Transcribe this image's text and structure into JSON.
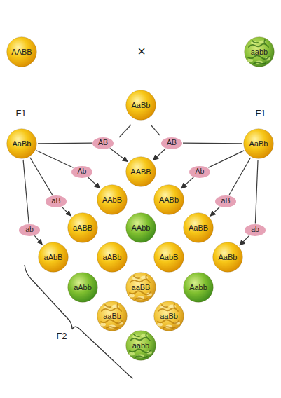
{
  "diagram": {
    "nodes": [
      {
        "text": [
          "AABB"
        ]
      },
      {
        "text": [
          "aabb"
        ]
      },
      {
        "text": [
          "AaBb"
        ]
      },
      {
        "text": [
          "AaBb"
        ]
      },
      {
        "text": [
          "AB"
        ]
      },
      {
        "text": [
          "AB"
        ]
      },
      {
        "text": [
          "AaBb"
        ]
      },
      {
        "text": [
          "Ab"
        ]
      },
      {
        "text": [
          "AABB"
        ]
      },
      {
        "text": [
          "Ab"
        ]
      },
      {
        "text": [
          "aB"
        ]
      },
      {
        "text": [
          "AAbB"
        ]
      },
      {
        "text": [
          "AABb"
        ]
      },
      {
        "text": [
          "aB"
        ]
      },
      {
        "text": [
          "ab"
        ]
      },
      {
        "text": [
          "aABB"
        ]
      },
      {
        "text": [
          "AAbb"
        ]
      },
      {
        "text": [
          "AaBB"
        ]
      },
      {
        "text": [
          "ab"
        ]
      },
      {
        "text": [
          "aAbB"
        ]
      },
      {
        "text": [
          "aABb"
        ]
      },
      {
        "text": [
          "AabB"
        ]
      },
      {
        "text": [
          "AaBb"
        ]
      },
      {
        "text": [
          "aAbb"
        ]
      },
      {
        "text": [
          "aaBB"
        ]
      },
      {
        "text": [
          "Aabb"
        ]
      },
      {
        "text": [
          "aaBb"
        ]
      },
      {
        "text": [
          "aaBb"
        ]
      },
      {
        "text": [
          "aabb"
        ]
      }
    ],
    "edges": [
      {
        "from": 3,
        "to": 4,
        "arrow": "none"
      },
      {
        "from": 3,
        "to": 7,
        "arrow": "none"
      },
      {
        "from": 3,
        "to": 10,
        "arrow": "none"
      },
      {
        "from": 3,
        "to": 14,
        "arrow": "none"
      },
      {
        "from": 6,
        "to": 5,
        "arrow": "none"
      },
      {
        "from": 6,
        "to": 9,
        "arrow": "none"
      },
      {
        "from": 6,
        "to": 13,
        "arrow": "none"
      },
      {
        "from": 6,
        "to": 18,
        "arrow": "none"
      },
      {
        "from": 4,
        "to": 8,
        "arrow": "to"
      },
      {
        "from": 5,
        "to": 8,
        "arrow": "to"
      },
      {
        "from": 7,
        "to": 11,
        "arrow": "to"
      },
      {
        "from": 9,
        "to": 12,
        "arrow": "to"
      },
      {
        "from": 10,
        "to": 15,
        "arrow": "to"
      },
      {
        "from": 13,
        "to": 17,
        "arrow": "to"
      },
      {
        "from": 14,
        "to": 19,
        "arrow": "to"
      },
      {
        "from": 18,
        "to": 22,
        "arrow": "to"
      }
    ],
    "labels": [
      "×",
      "F1",
      "F1",
      "F2"
    ]
  }
}
